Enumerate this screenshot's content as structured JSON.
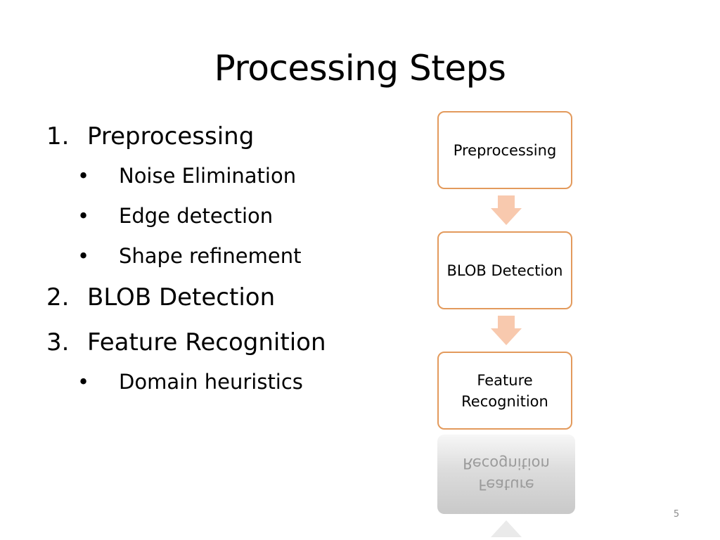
{
  "slide": {
    "title": "Processing Steps",
    "page_number": "5"
  },
  "steps": [
    {
      "number": "1.",
      "label": "Preprocessing",
      "sub_items": [
        "Noise Elimination",
        "Edge detection",
        "Shape refinement"
      ]
    },
    {
      "number": "2.",
      "label": "BLOB Detection",
      "sub_items": []
    },
    {
      "number": "3.",
      "label": "Feature Recognition",
      "sub_items": [
        "Domain heuristics"
      ]
    }
  ],
  "bullet_glyph": "•",
  "flowchart": {
    "boxes": [
      "Preprocessing",
      "BLOB Detection",
      "Feature Recognition"
    ],
    "reflection_text": "Feature Recognition",
    "border_color": "#e39a5c",
    "arrow_color": "#f8c9ae"
  }
}
